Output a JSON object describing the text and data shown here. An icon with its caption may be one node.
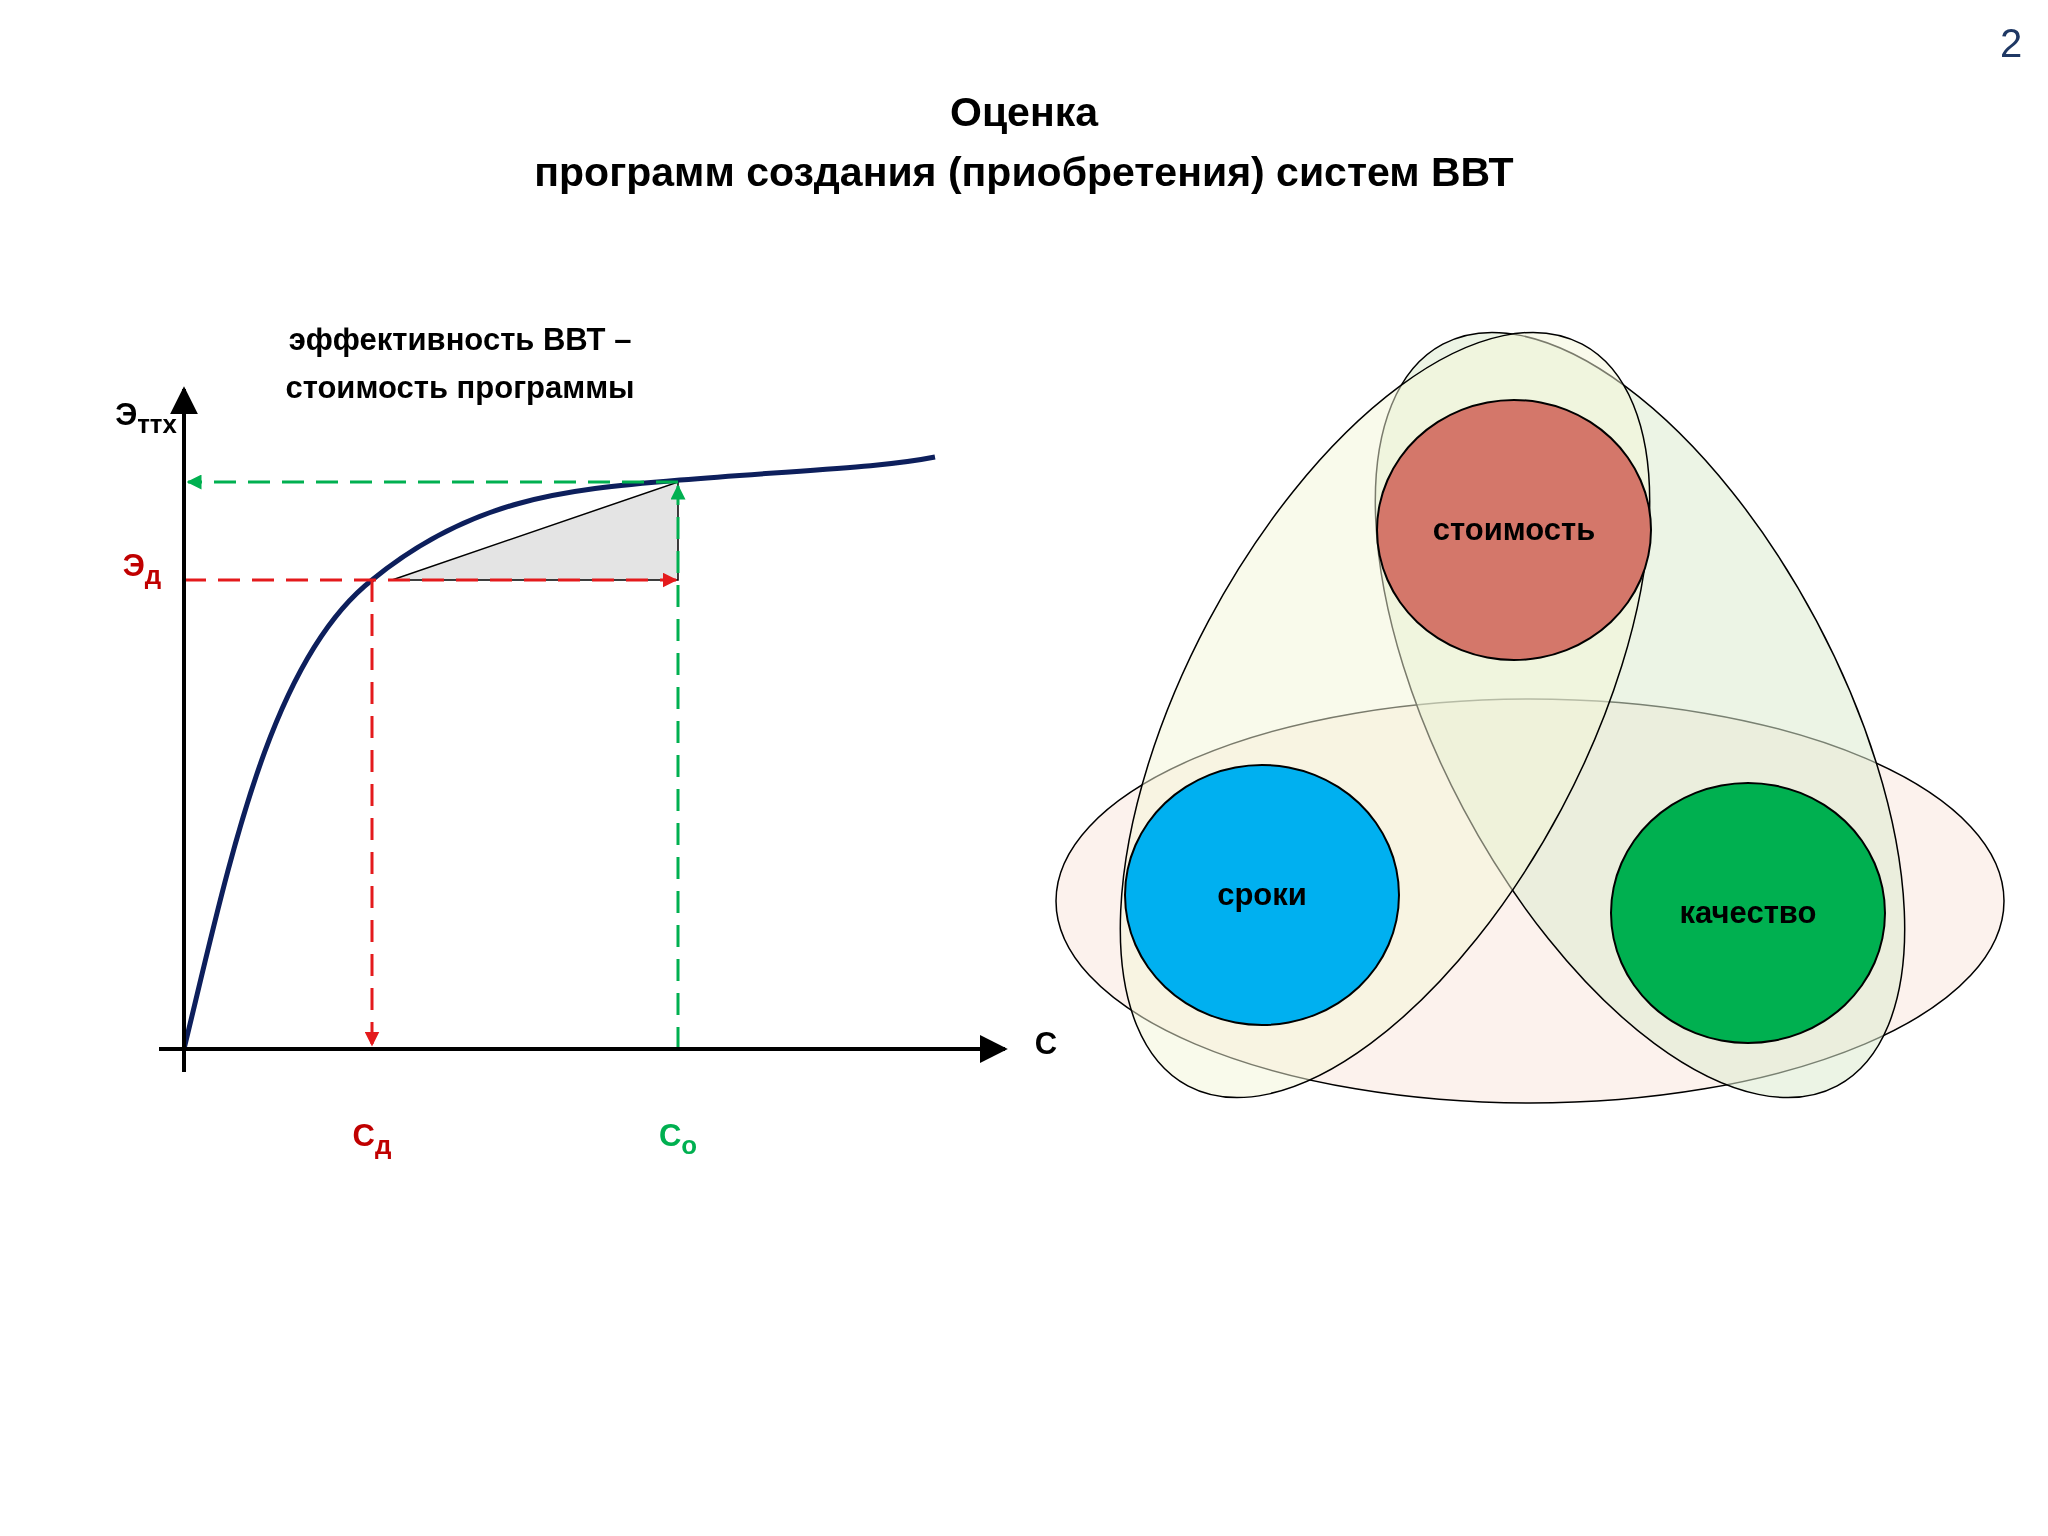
{
  "diagram": {
    "title": "Оценка программ создания (приобретения) систем ВВТ",
    "nodes": [
      {
        "text": [
          "стоимость"
        ]
      },
      {
        "text": [
          "сроки"
        ]
      },
      {
        "text": [
          "качество"
        ]
      }
    ],
    "labels": [
      "2",
      "эффективность ВВТ – стоимость программы",
      "Э$_{ттх}$",
      "Э$_{д}$",
      "С",
      "С$_{д}$",
      "С$_{о}$"
    ]
  }
}
